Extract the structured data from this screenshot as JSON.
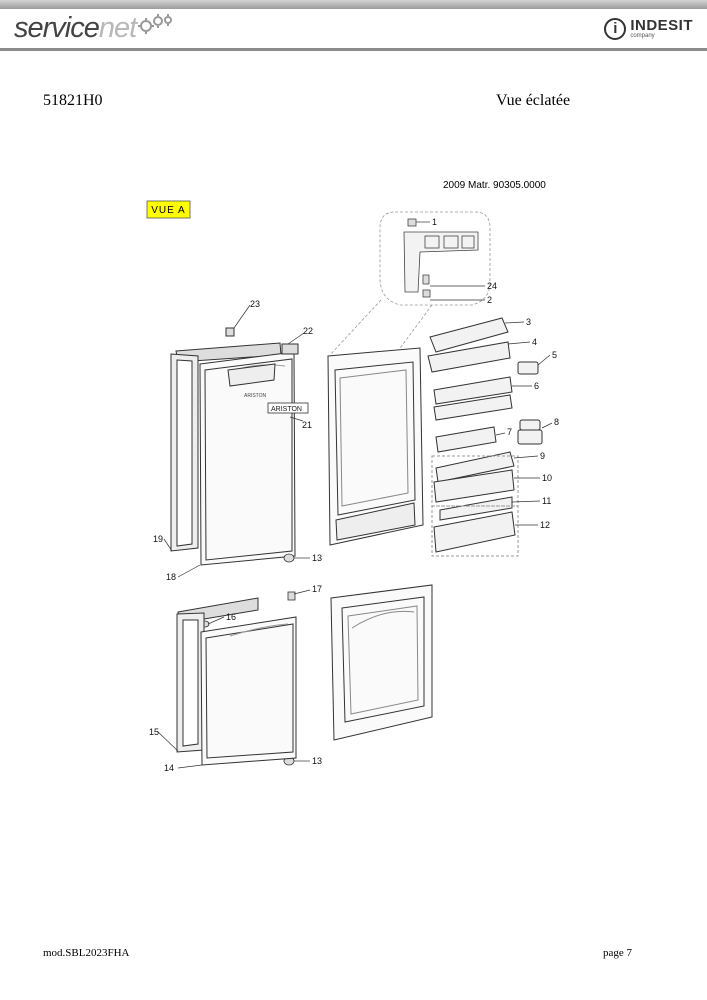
{
  "header": {
    "brand_service": "service",
    "brand_net": "net",
    "logo_name": "INDESIT",
    "logo_sub": "company"
  },
  "document": {
    "model_code": "51821H0",
    "title": "Vue éclatée"
  },
  "diagram": {
    "date_matr": "2009  Matr. 90305.0000",
    "view_label": "VUE A",
    "badge_color": "#ffff00",
    "brand_badge": "ARISTON",
    "door_logo": "ARISTON",
    "callouts": [
      "1",
      "2",
      "3",
      "4",
      "5",
      "6",
      "7",
      "8",
      "9",
      "10",
      "11",
      "12",
      "13",
      "14",
      "15",
      "16",
      "17",
      "18",
      "19",
      "21",
      "22",
      "23",
      "24"
    ]
  },
  "footer": {
    "model": "mod.SBL2023FHA",
    "page": "page 7"
  }
}
